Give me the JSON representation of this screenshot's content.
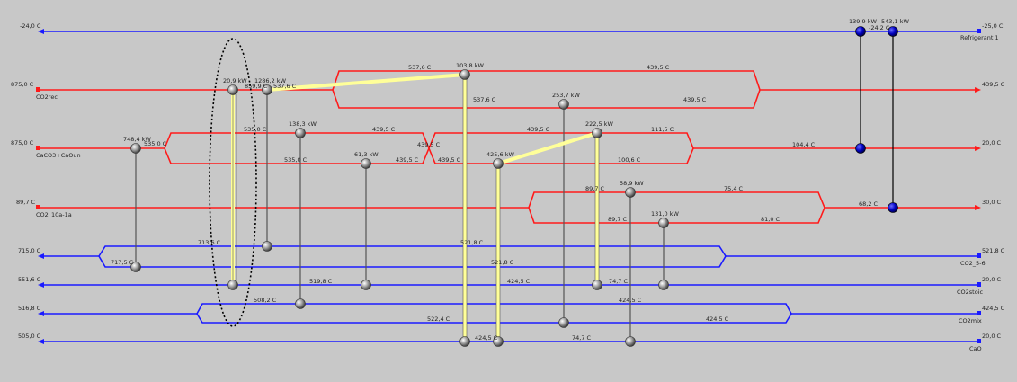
{
  "streams": [
    {
      "id": "refrigerant",
      "name": "Refrigerant 1",
      "in_temp": "-24,0 C",
      "out_temp": "-25,0 C",
      "color": "#1a1aff"
    },
    {
      "id": "co2rec",
      "name": "CO2rec",
      "in_temp": "875,0 C",
      "out_temp": "439,5 C",
      "color": "#ff2020"
    },
    {
      "id": "caco3",
      "name": "CaCO3+CaOun",
      "in_temp": "875,0 C",
      "out_temp": "20,0 C",
      "color": "#ff2020"
    },
    {
      "id": "co2_10a",
      "name": "CO2_10a-1a",
      "in_temp": "89,7 C",
      "out_temp": "30,0 C",
      "color": "#ff2020"
    },
    {
      "id": "co2_5",
      "name": "CO2_5-6",
      "in_temp": "715,0 C",
      "out_temp": "521,8 C",
      "color": "#1a1aff"
    },
    {
      "id": "co2stoic",
      "name": "CO2stoic",
      "in_temp": "551,6 C",
      "out_temp": "20,0 C",
      "color": "#1a1aff"
    },
    {
      "id": "co2mix",
      "name": "CO2mix",
      "in_temp": "516,8 C",
      "out_temp": "424,5 C",
      "color": "#1a1aff"
    },
    {
      "id": "cao",
      "name": "CaO",
      "in_temp": "505,0 C",
      "out_temp": "20,0 C",
      "color": "#1a1aff"
    }
  ],
  "duties": {
    "hx_20_9": "20,9 kW",
    "hx_1286": "1286,2 kW",
    "hx_103_8": "103,8 kW",
    "hx_253_7": "253,7 kW",
    "hx_748_4": "748,4 kW",
    "hx_138_3": "138,3 kW",
    "hx_61_3": "61,3 kW",
    "hx_222_5": "222,5 kW",
    "hx_425_6": "425,6 kW",
    "hx_58_9": "58,9 kW",
    "hx_131_0": "131,0 kW",
    "cooler_139_9": "139,9 kW",
    "cooler_543_1": "543,1 kW"
  },
  "temps": {
    "t_24_2": "-24,2 C",
    "t_859": "859,9 C",
    "t_537a": "537,6 C",
    "t_537b": "537,6 C",
    "t_537c": "537,6 C",
    "t_439a": "439,5 C",
    "t_439b": "439,5 C",
    "t_535a": "535,0 C",
    "t_535b": "535,0 C",
    "t_535c": "535,0 C",
    "t_439c": "439,5 C",
    "t_439d": "439,5 C",
    "t_439e": "439,5 C",
    "t_439f": "439,5 C",
    "t_439g": "439,5 C",
    "t_111": "111,5 C",
    "t_100": "100,6 C",
    "t_104": "104,4 C",
    "t_89a": "89,7 C",
    "t_89b": "89,7 C",
    "t_75": "75,4 C",
    "t_81": "81,0 C",
    "t_68": "68,2 C",
    "t_713": "713,6 C",
    "t_717": "717,5 C",
    "t_521a": "521,8 C",
    "t_521b": "521,8 C",
    "t_519": "519,8 C",
    "t_424a": "424,5 C",
    "t_74a": "74,7 C",
    "t_508": "508,2 C",
    "t_424b": "424,5 C",
    "t_522": "522,4 C",
    "t_424c": "424,5 C",
    "t_424d": "424,5 C",
    "t_74b": "74,7 C"
  }
}
